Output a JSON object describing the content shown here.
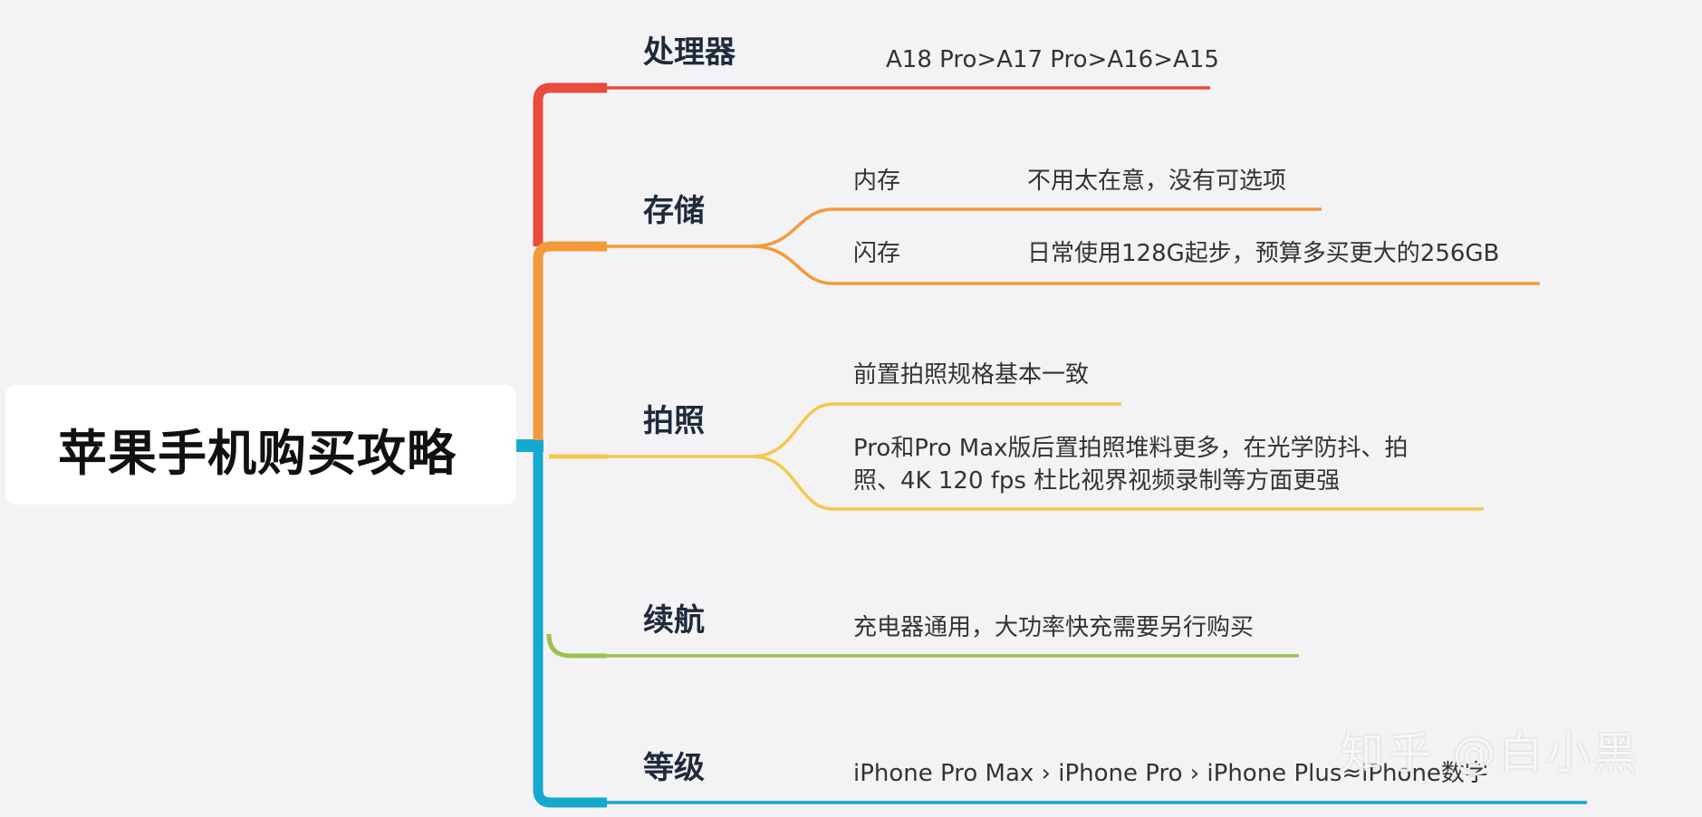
{
  "root": {
    "title": "苹果手机购买攻略"
  },
  "colors": {
    "processor": "#e94b3c",
    "storage": "#f39a3c",
    "camera": "#f5c84c",
    "battery": "#9cc14e",
    "tier": "#16a9cf"
  },
  "branches": {
    "processor": {
      "label": "处理器",
      "detail": "A18 Pro>A17 Pro>A16>A15"
    },
    "storage": {
      "label": "存储",
      "ram_label": "内存",
      "ram_detail": "不用太在意，没有可选项",
      "flash_label": "闪存",
      "flash_detail": "日常使用128G起步，预算多买更大的256GB"
    },
    "camera": {
      "label": "拍照",
      "front": "前置拍照规格基本一致",
      "rear_line1": "Pro和Pro Max版后置拍照堆料更多，在光学防抖、拍",
      "rear_line2": "照、4K 120 fps 杜比视界视频录制等方面更强"
    },
    "battery": {
      "label": "续航",
      "detail": "充电器通用，大功率快充需要另行购买"
    },
    "tier": {
      "label": "等级",
      "detail": "iPhone Pro Max › iPhone Pro  › iPhone Plus≈iPhone数字"
    }
  },
  "watermark": "知乎 @白小黑"
}
